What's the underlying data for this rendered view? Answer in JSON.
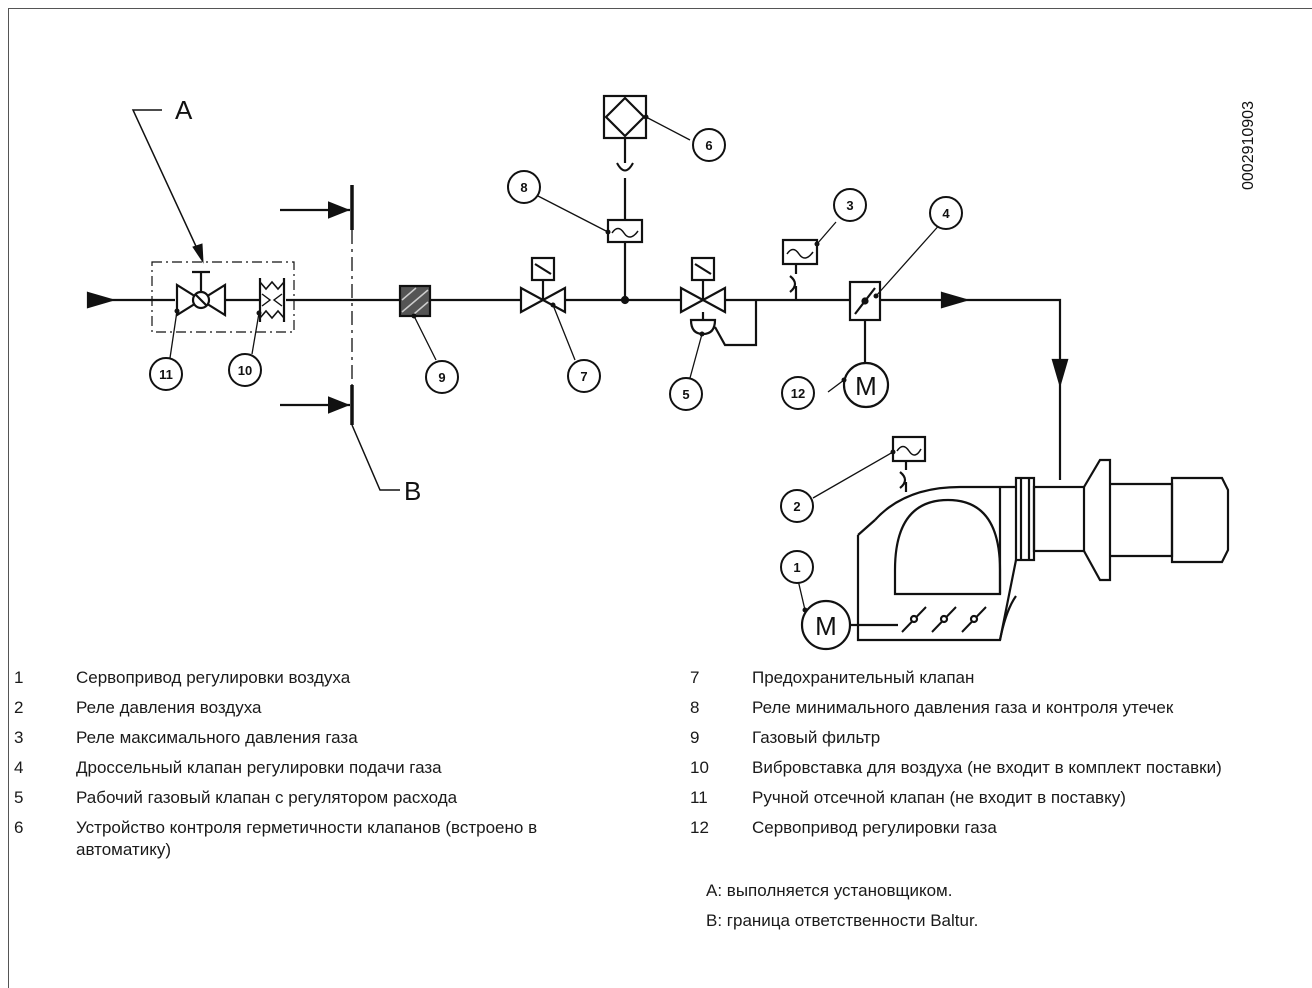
{
  "diagram": {
    "code": "0002910903",
    "marker_a": "A",
    "marker_b": "B",
    "motor_label": "M",
    "callouts": [
      "1",
      "2",
      "3",
      "4",
      "5",
      "6",
      "7",
      "8",
      "9",
      "10",
      "11",
      "12"
    ]
  },
  "legend_left": [
    {
      "num": "1",
      "text": "Сервопривод регулировки воздуха"
    },
    {
      "num": "2",
      "text": "Реле давления воздуха"
    },
    {
      "num": "3",
      "text": "Реле максимального давления газа"
    },
    {
      "num": "4",
      "text": "Дроссельный клапан регулировки подачи газа"
    },
    {
      "num": "5",
      "text": "Рабочий газовый клапан с регулятором расхода"
    },
    {
      "num": "6",
      "text": "Устройство контроля герметичности клапанов (встроено в автоматику)"
    }
  ],
  "legend_right": [
    {
      "num": "7",
      "text": "Предохранительный клапан"
    },
    {
      "num": "8",
      "text": "Реле минимального давления газа и контроля утечек"
    },
    {
      "num": "9",
      "text": "Газовый фильтр"
    },
    {
      "num": "10",
      "text": "Вибровставка для воздуха (не входит в комплект поставки)"
    },
    {
      "num": "11",
      "text": "Ручной отсечной клапан (не входит в поставку)"
    },
    {
      "num": "12",
      "text": "Сервопривод регулировки газа"
    }
  ],
  "notes": {
    "a": "A: выполняется установщиком.",
    "b": "B: граница ответственности Baltur."
  }
}
